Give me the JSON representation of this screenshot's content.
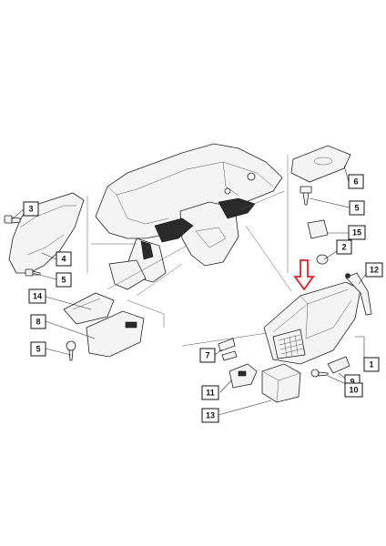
{
  "parts": [
    {
      "id": "p1",
      "label": "1"
    },
    {
      "id": "p2",
      "label": "2"
    },
    {
      "id": "p3",
      "label": "3"
    },
    {
      "id": "p4",
      "label": "4"
    },
    {
      "id": "p5a",
      "label": "5"
    },
    {
      "id": "p5b",
      "label": "5"
    },
    {
      "id": "p5c",
      "label": "5"
    },
    {
      "id": "p6",
      "label": "6"
    },
    {
      "id": "p7",
      "label": "7"
    },
    {
      "id": "p8",
      "label": "8"
    },
    {
      "id": "p9",
      "label": "9"
    },
    {
      "id": "p10",
      "label": "10"
    },
    {
      "id": "p11",
      "label": "11"
    },
    {
      "id": "p12",
      "label": "12"
    },
    {
      "id": "p13",
      "label": "13"
    },
    {
      "id": "p14",
      "label": "14"
    },
    {
      "id": "p15",
      "label": "15"
    }
  ],
  "highlight": {
    "color": "#e02020",
    "target": "p1"
  }
}
